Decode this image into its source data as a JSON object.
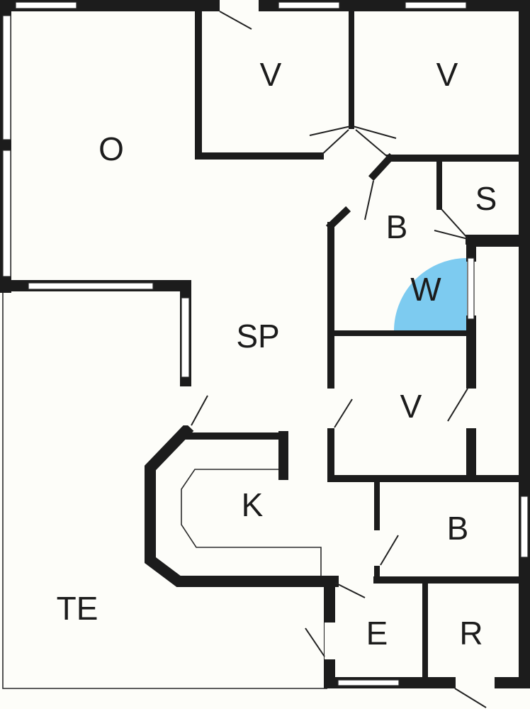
{
  "floor_plan": {
    "background": "#fdfdf9",
    "wall_color": "#1c1c1c",
    "accent_color": "#7dcbf0",
    "rooms": [
      {
        "id": "O",
        "label": "O"
      },
      {
        "id": "V1",
        "label": "V"
      },
      {
        "id": "V2",
        "label": "V"
      },
      {
        "id": "S",
        "label": "S"
      },
      {
        "id": "B1",
        "label": "B"
      },
      {
        "id": "W",
        "label": "W"
      },
      {
        "id": "SP",
        "label": "SP"
      },
      {
        "id": "V3",
        "label": "V"
      },
      {
        "id": "K",
        "label": "K"
      },
      {
        "id": "B2",
        "label": "B"
      },
      {
        "id": "TE",
        "label": "TE"
      },
      {
        "id": "E",
        "label": "E"
      },
      {
        "id": "R",
        "label": "R"
      }
    ]
  }
}
